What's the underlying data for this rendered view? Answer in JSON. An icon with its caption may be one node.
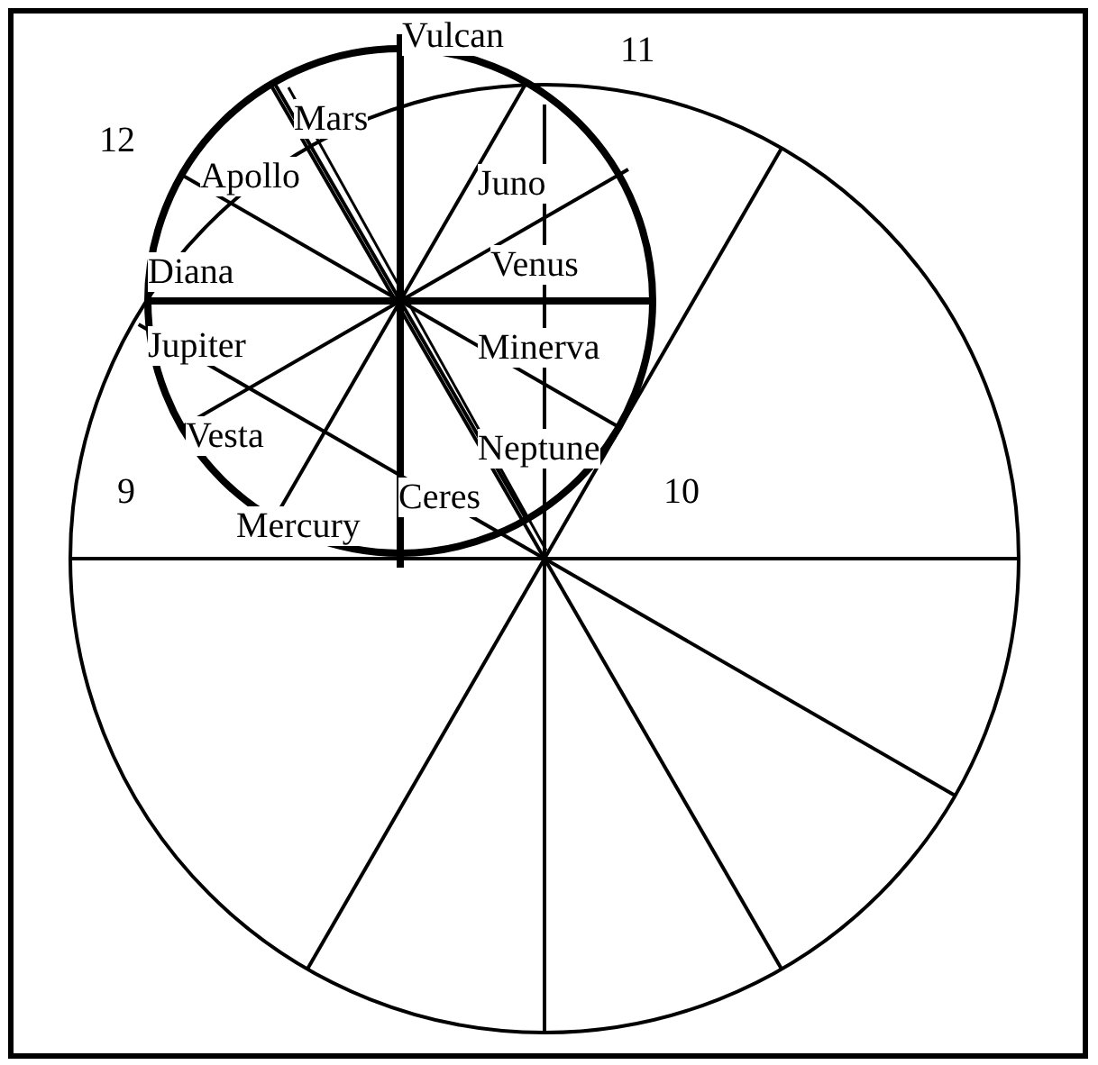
{
  "diagram": {
    "labels": [
      "Vulcan",
      "11",
      "12",
      "Mars",
      "Apollo",
      "Juno",
      "Venus",
      "Diana",
      "Jupiter",
      "Minerva",
      "Vesta",
      "Neptune",
      "9",
      "10",
      "Ceres",
      "Mercury"
    ]
  }
}
